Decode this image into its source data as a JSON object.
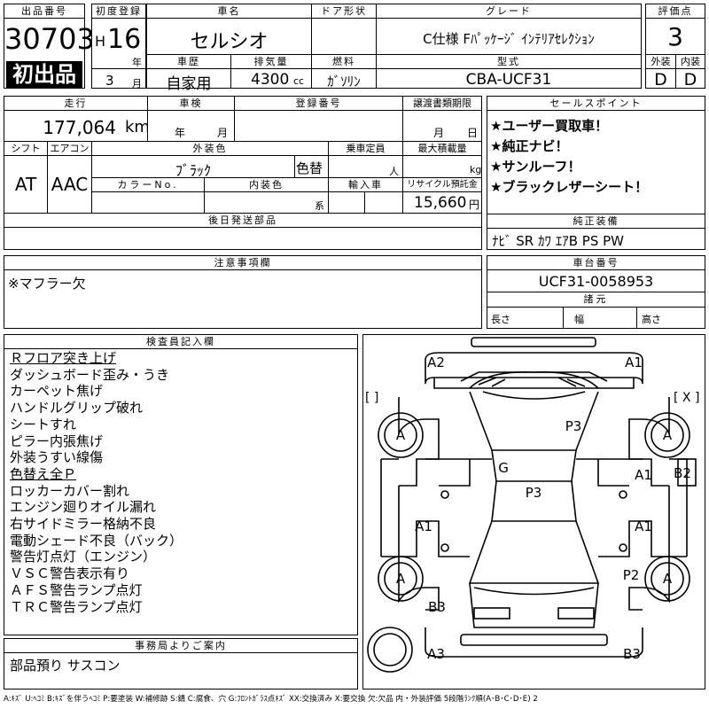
{
  "header": {
    "lot_no_label": "出品番号",
    "lot_no": "30703",
    "first_listing": "初出品",
    "first_reg_label": "初度登録",
    "era": "H",
    "reg_year": "16",
    "year_unit": "年",
    "reg_month": "3",
    "month_unit": "月",
    "model_label": "車名",
    "model": "セルシオ",
    "doors_label": "ドア形状",
    "doors": "",
    "grade_label": "グレード",
    "grade": "C仕様 Fﾊﾟｯｹｰｼﾞ ｲﾝﾃﾘｱｾﾚｸｼｮﾝ",
    "score_label": "評価点",
    "score": "3",
    "history_label": "車歴",
    "history": "自家用",
    "displacement_label": "排気量",
    "displacement": "4300",
    "displacement_unit": "cc",
    "fuel_label": "燃料",
    "fuel": "ｶﾞｿﾘﾝ",
    "type_label": "型式",
    "type_code": "CBA-UCF31",
    "exterior_label": "外装",
    "exterior_grade": "D",
    "interior_label": "内装",
    "interior_grade": "D"
  },
  "mid": {
    "mileage_label": "走行",
    "mileage": "177,064",
    "mileage_unit": "km",
    "inspection_label": "車検",
    "insp_year_unit": "年",
    "insp_month_unit": "月",
    "reg_no_label": "登録番号",
    "reg_no": "",
    "transfer_label": "譲渡書類期限",
    "transfer_month": "月",
    "transfer_day": "日",
    "shift_label": "シフト",
    "shift": "AT",
    "ac_label": "エアコン",
    "ac": "AAC",
    "ext_color_label": "外装色",
    "ext_color": "ﾌﾞﾗｯｸ",
    "repaint_label": "色替",
    "capacity_label": "乗車定員",
    "capacity_unit": "人",
    "load_label": "最大積載量",
    "load_unit": "kg",
    "color_no_label": "カラーNo.",
    "int_color_label": "内装色",
    "int_color_suffix": "系",
    "import_label": "輸入車",
    "recycle_label": "リサイクル預託金",
    "recycle_fee": "15,660",
    "recycle_unit": "円",
    "later_parts_label": "後日発送部品"
  },
  "sales": {
    "label": "セールスポイント",
    "points": [
      "★ユーザー買取車！",
      "★純正ナビ！",
      "★サンルーフ！",
      "★ブラックレザーシート！"
    ]
  },
  "equip": {
    "label": "純正装備",
    "list": "ﾅﾋﾞ SR ｶﾜ ｴｱB PS PW"
  },
  "notes": {
    "label": "注意事項欄",
    "text": "※マフラー欠"
  },
  "chassis": {
    "label": "車台番号",
    "number": "UCF31-0058953",
    "spec_label": "諸元",
    "length": "長さ",
    "width": "幅",
    "height": "高さ"
  },
  "inspector": {
    "label": "検査員記入欄",
    "lines": [
      "Ｒフロア突き上げ",
      "ダッシュボード歪み・うき",
      "カーペット焦げ",
      "ハンドルグリップ破れ",
      "シートすれ",
      "ピラー内張焦げ",
      "外装うすい線傷",
      "色替え全Ｐ",
      "ロッカーカバー割れ",
      "エンジン廻りオイル漏れ",
      "右サイドミラー格納不良",
      "電動シェード不良（バック）",
      "警告灯点灯（エンジン）",
      "ＶＳＣ警告表示有り",
      "ＡＦＳ警告ランプ点灯",
      "ＴＲＣ警告ランプ点灯"
    ]
  },
  "office": {
    "label": "事務局よりご案内",
    "text": "部品預り サスコン"
  },
  "diagram": {
    "marks": [
      "A2",
      "A1",
      "P3",
      "A",
      "A",
      "G",
      "P3",
      "A1",
      "B2",
      "A1",
      "A1",
      "A",
      "P2",
      "A",
      "B3",
      "A3",
      "B3"
    ],
    "bracket_left": "[ ]",
    "bracket_right": "[ X ]"
  },
  "legend": "A:ｷｽﾞ U:ﾍｺﾐ B:ｷｽﾞを伴うﾍｺﾐ P:要塗装 W:補修跡 S:錆 C:腐食、穴 G:ﾌﾛﾝﾄｶﾞﾗｽ点ｷｽﾞ XX:交換済み X:要交換 欠:欠品 内・外装評価 5段階ﾗﾝｸ順(A･B･C･D･E) 2"
}
